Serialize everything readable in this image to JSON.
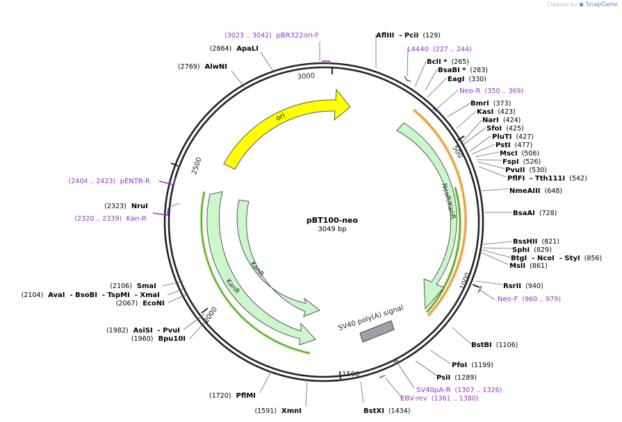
{
  "watermark": {
    "prefix": "Created by",
    "brand": "SnapGene"
  },
  "plasmid": {
    "name": "pBT100-neo",
    "length_label": "3049 bp",
    "total_bp": 3049
  },
  "ticks": [
    "500",
    "1000",
    "1500",
    "2000",
    "2500",
    "3000"
  ],
  "colors": {
    "enzyme": "#000000",
    "primer": "#9b30c8",
    "ori": "#ffff00",
    "cds": "#ccf7cc",
    "polyA": "#9ca1a8",
    "primer_bar": "#9b30c8",
    "green_line": "#3a8a10",
    "orange_line": "#e08a10"
  },
  "features": [
    {
      "id": "ori",
      "label": "ori",
      "kind": "ori"
    },
    {
      "id": "neor",
      "label": "NeoR/KanR",
      "kind": "cds"
    },
    {
      "id": "kanr-outer",
      "label": "KanR",
      "kind": "cds"
    },
    {
      "id": "kanr-inner",
      "label": "KanR",
      "kind": "cds"
    },
    {
      "id": "polya",
      "label": "SV40 poly(A) signal",
      "kind": "polyA"
    }
  ],
  "labels": [
    {
      "id": "pbr322",
      "kind": "primer",
      "parts": [
        {
          "t": "(3023 .. 3042)",
          "k": "coord"
        },
        {
          "t": "  pBR322ori-F",
          "k": "name"
        }
      ]
    },
    {
      "id": "apali",
      "kind": "enzyme",
      "parts": [
        {
          "t": "(2864)",
          "k": "coord"
        },
        {
          "t": "  ApaLI",
          "k": "name"
        }
      ]
    },
    {
      "id": "alwni",
      "kind": "enzyme",
      "parts": [
        {
          "t": "(2769)",
          "k": "coord"
        },
        {
          "t": "  AlwNI",
          "k": "name"
        }
      ]
    },
    {
      "id": "pentr",
      "kind": "primer",
      "parts": [
        {
          "t": "(2404 .. 2423)",
          "k": "coord"
        },
        {
          "t": "  pENTR-R",
          "k": "name"
        }
      ]
    },
    {
      "id": "arui",
      "kind": "enzyme",
      "parts": [
        {
          "t": "(2323)",
          "k": "coord"
        },
        {
          "t": "  NruI",
          "k": "name"
        }
      ]
    },
    {
      "id": "kanrp",
      "kind": "primer",
      "parts": [
        {
          "t": "(2320 .. 2339)",
          "k": "coord"
        },
        {
          "t": "  Kan-R",
          "k": "name"
        }
      ]
    },
    {
      "id": "smai",
      "kind": "enzyme",
      "parts": [
        {
          "t": "(2106)",
          "k": "coord"
        },
        {
          "t": "  SmaI",
          "k": "name"
        }
      ]
    },
    {
      "id": "avai",
      "kind": "enzyme",
      "parts": [
        {
          "t": "(2104)",
          "k": "coord"
        },
        {
          "t": "  AvaI",
          "k": "name"
        },
        {
          "t": "  - BsoBI",
          "k": "name"
        },
        {
          "t": "  - TspMI",
          "k": "name"
        },
        {
          "t": "  - XmaI",
          "k": "name"
        }
      ]
    },
    {
      "id": "econi",
      "kind": "enzyme",
      "parts": [
        {
          "t": "(2067)",
          "k": "coord"
        },
        {
          "t": "  EcoNI",
          "k": "name"
        }
      ]
    },
    {
      "id": "asisi",
      "kind": "enzyme",
      "parts": [
        {
          "t": "(1982)",
          "k": "coord"
        },
        {
          "t": "  AsiSI",
          "k": "name"
        },
        {
          "t": "  - PvuI",
          "k": "name"
        }
      ]
    },
    {
      "id": "bpu10i",
      "kind": "enzyme",
      "parts": [
        {
          "t": "(1960)",
          "k": "coord"
        },
        {
          "t": "  Bpu10I",
          "k": "name"
        }
      ]
    },
    {
      "id": "pflmi",
      "kind": "enzyme",
      "parts": [
        {
          "t": "(1720)",
          "k": "coord"
        },
        {
          "t": "  PflMI",
          "k": "name"
        }
      ]
    },
    {
      "id": "xmni",
      "kind": "enzyme",
      "parts": [
        {
          "t": "(1591)",
          "k": "coord"
        },
        {
          "t": "  XmnI",
          "k": "name"
        }
      ]
    },
    {
      "id": "bstxi",
      "kind": "enzyme",
      "parts": [
        {
          "t": "BstXI",
          "k": "name"
        },
        {
          "t": "  (1434)",
          "k": "coord"
        }
      ]
    },
    {
      "id": "ebvrev",
      "kind": "primer",
      "parts": [
        {
          "t": "EBV-rev",
          "k": "name"
        },
        {
          "t": "  (1361 .. 1380)",
          "k": "coord"
        }
      ]
    },
    {
      "id": "sv40par",
      "kind": "primer",
      "parts": [
        {
          "t": "SV40pA-R",
          "k": "name"
        },
        {
          "t": "  (1307 .. 1326)",
          "k": "coord"
        }
      ]
    },
    {
      "id": "psii",
      "kind": "enzyme",
      "parts": [
        {
          "t": "PsiI",
          "k": "name"
        },
        {
          "t": "  (1289)",
          "k": "coord"
        }
      ]
    },
    {
      "id": "pfoi",
      "kind": "enzyme",
      "parts": [
        {
          "t": "PfoI",
          "k": "name"
        },
        {
          "t": "  (1199)",
          "k": "coord"
        }
      ]
    },
    {
      "id": "bstbi",
      "kind": "enzyme",
      "parts": [
        {
          "t": "BstBI",
          "k": "name"
        },
        {
          "t": "  (1106)",
          "k": "coord"
        }
      ]
    },
    {
      "id": "neof",
      "kind": "primer",
      "parts": [
        {
          "t": "Neo-F",
          "k": "name"
        },
        {
          "t": "  (960 .. 979)",
          "k": "coord"
        }
      ]
    },
    {
      "id": "rsrii",
      "kind": "enzyme",
      "parts": [
        {
          "t": "RsrII",
          "k": "name"
        },
        {
          "t": "  (940)",
          "k": "coord"
        }
      ]
    },
    {
      "id": "msli",
      "kind": "enzyme",
      "parts": [
        {
          "t": "MslI",
          "k": "name"
        },
        {
          "t": "  (861)",
          "k": "coord"
        }
      ]
    },
    {
      "id": "btgi",
      "kind": "enzyme",
      "parts": [
        {
          "t": "BtgI",
          "k": "name"
        },
        {
          "t": "  - NcoI",
          "k": "name"
        },
        {
          "t": "  - StyI",
          "k": "name"
        },
        {
          "t": "  (856)",
          "k": "coord"
        }
      ]
    },
    {
      "id": "sphi",
      "kind": "enzyme",
      "parts": [
        {
          "t": "SphI",
          "k": "name"
        },
        {
          "t": "  (829)",
          "k": "coord"
        }
      ]
    },
    {
      "id": "bsshii",
      "kind": "enzyme",
      "parts": [
        {
          "t": "BssHII",
          "k": "name"
        },
        {
          "t": "  (821)",
          "k": "coord"
        }
      ]
    },
    {
      "id": "bsaai",
      "kind": "enzyme",
      "parts": [
        {
          "t": "BsaAI",
          "k": "name"
        },
        {
          "t": "  (728)",
          "k": "coord"
        }
      ]
    },
    {
      "id": "nmeaiii",
      "kind": "enzyme",
      "parts": [
        {
          "t": "NmeAIII",
          "k": "name"
        },
        {
          "t": "  (648)",
          "k": "coord"
        }
      ]
    },
    {
      "id": "pflfi",
      "kind": "enzyme",
      "parts": [
        {
          "t": "PflFI",
          "k": "name"
        },
        {
          "t": "  - Tth111I",
          "k": "name"
        },
        {
          "t": "  (542)",
          "k": "coord"
        }
      ]
    },
    {
      "id": "pvuii",
      "kind": "enzyme",
      "parts": [
        {
          "t": "PvuII",
          "k": "name"
        },
        {
          "t": "  (530)",
          "k": "coord"
        }
      ]
    },
    {
      "id": "fspi",
      "kind": "enzyme",
      "parts": [
        {
          "t": "FspI",
          "k": "name"
        },
        {
          "t": "  (526)",
          "k": "coord"
        }
      ]
    },
    {
      "id": "msci",
      "kind": "enzyme",
      "parts": [
        {
          "t": "MscI",
          "k": "name"
        },
        {
          "t": "  (506)",
          "k": "coord"
        }
      ]
    },
    {
      "id": "psti",
      "kind": "enzyme",
      "parts": [
        {
          "t": "PstI",
          "k": "name"
        },
        {
          "t": "  (477)",
          "k": "coord"
        }
      ]
    },
    {
      "id": "plutI",
      "kind": "enzyme",
      "parts": [
        {
          "t": "PluTI",
          "k": "name"
        },
        {
          "t": "  (427)",
          "k": "coord"
        }
      ]
    },
    {
      "id": "sfoi",
      "kind": "enzyme",
      "parts": [
        {
          "t": "SfoI",
          "k": "name"
        },
        {
          "t": "  (425)",
          "k": "coord"
        }
      ]
    },
    {
      "id": "nari",
      "kind": "enzyme",
      "parts": [
        {
          "t": "NarI",
          "k": "name"
        },
        {
          "t": "  (424)",
          "k": "coord"
        }
      ]
    },
    {
      "id": "kasi",
      "kind": "enzyme",
      "parts": [
        {
          "t": "KasI",
          "k": "name"
        },
        {
          "t": "  (423)",
          "k": "coord"
        }
      ]
    },
    {
      "id": "bmri",
      "kind": "enzyme",
      "parts": [
        {
          "t": "BmrI",
          "k": "name"
        },
        {
          "t": "  (373)",
          "k": "coord"
        }
      ]
    },
    {
      "id": "neor-p",
      "kind": "primer",
      "parts": [
        {
          "t": "Neo-R",
          "k": "name"
        },
        {
          "t": "  (350 .. 369)",
          "k": "coord"
        }
      ]
    },
    {
      "id": "eagi",
      "kind": "enzyme",
      "parts": [
        {
          "t": "EagI",
          "k": "name"
        },
        {
          "t": "  (330)",
          "k": "coord"
        }
      ]
    },
    {
      "id": "bsabi",
      "kind": "enzyme",
      "parts": [
        {
          "t": "BsaBI",
          "k": "name"
        },
        {
          "t": " *",
          "k": "name"
        },
        {
          "t": "  (283)",
          "k": "coord"
        }
      ]
    },
    {
      "id": "bcli",
      "kind": "enzyme",
      "parts": [
        {
          "t": "BclI",
          "k": "name"
        },
        {
          "t": " *",
          "k": "name"
        },
        {
          "t": "  (265)",
          "k": "coord"
        }
      ]
    },
    {
      "id": "l4440",
      "kind": "primer",
      "parts": [
        {
          "t": "L4440",
          "k": "name"
        },
        {
          "t": "  (227 .. 244)",
          "k": "coord"
        }
      ]
    },
    {
      "id": "aflili",
      "kind": "enzyme",
      "parts": [
        {
          "t": "AflIII",
          "k": "name"
        },
        {
          "t": "  - PciI",
          "k": "name"
        },
        {
          "t": "  (129)",
          "k": "coord"
        }
      ]
    }
  ]
}
